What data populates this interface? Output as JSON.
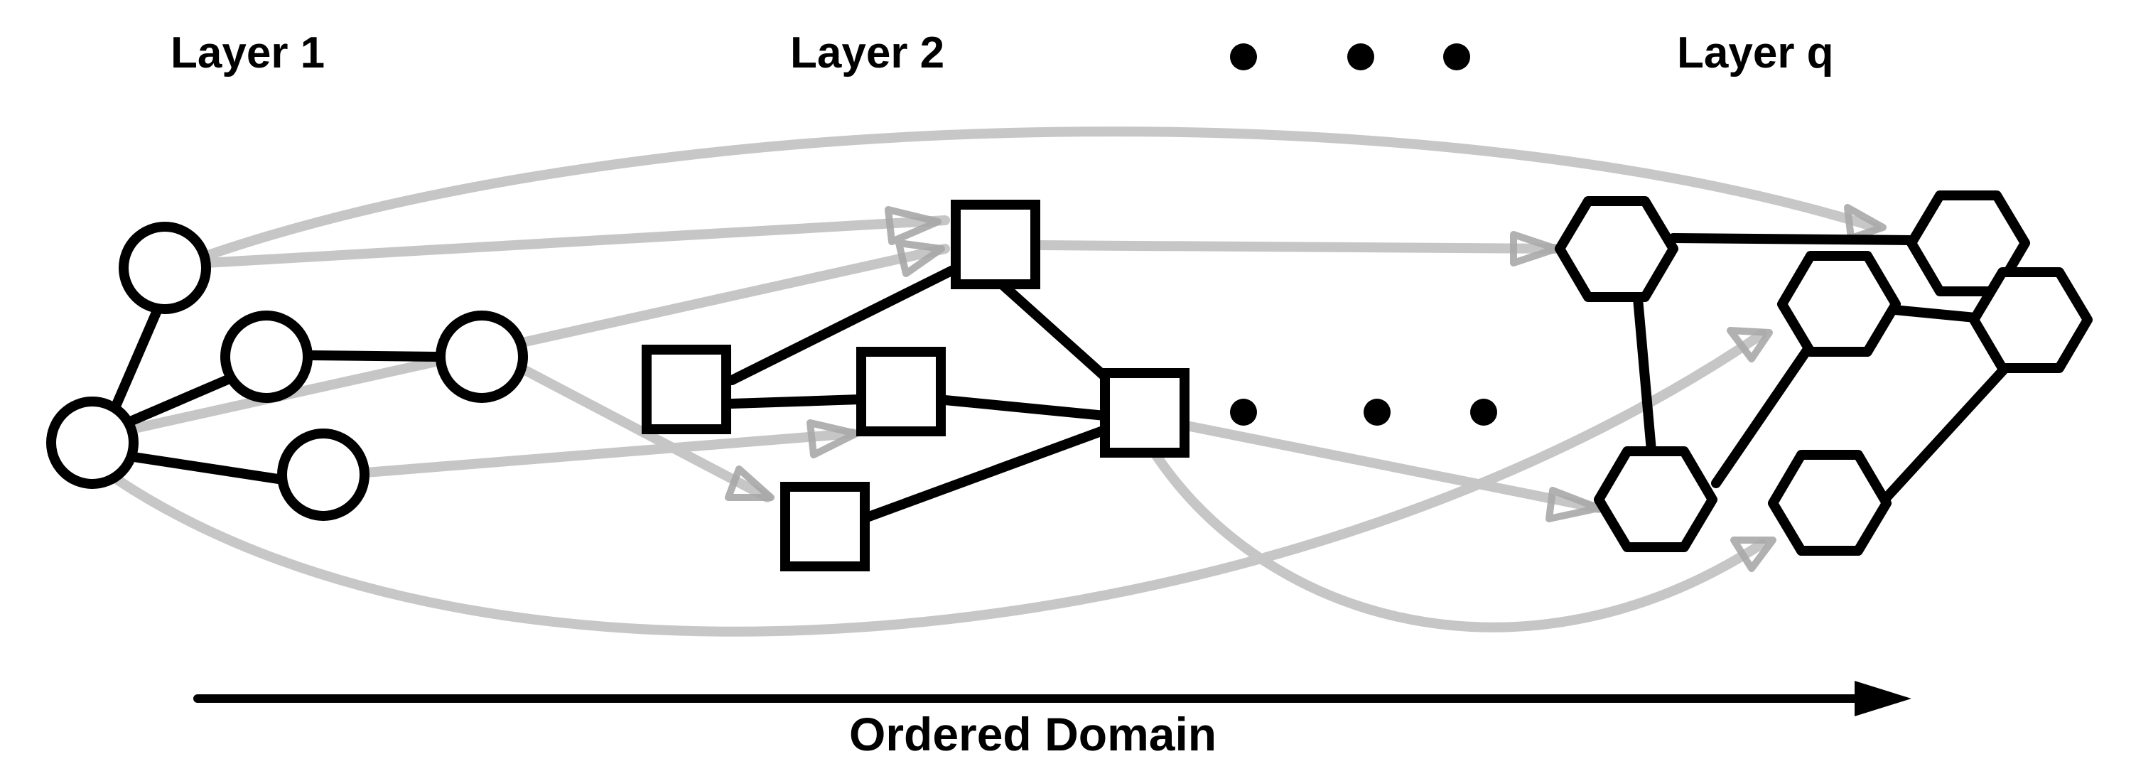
{
  "diagram": {
    "layer_labels": {
      "layer1": "Layer 1",
      "layer2": "Layer 2",
      "layerq": "Layer q"
    },
    "axis_label": "Ordered Domain",
    "colors": {
      "node_stroke": "#000000",
      "node_fill": "#ffffff",
      "intra_edge": "#000000",
      "inter_edge": "#bdbdbd"
    },
    "node_shapes": {
      "layer1": "circle",
      "layer2": "square",
      "layerq": "hexagon"
    }
  }
}
